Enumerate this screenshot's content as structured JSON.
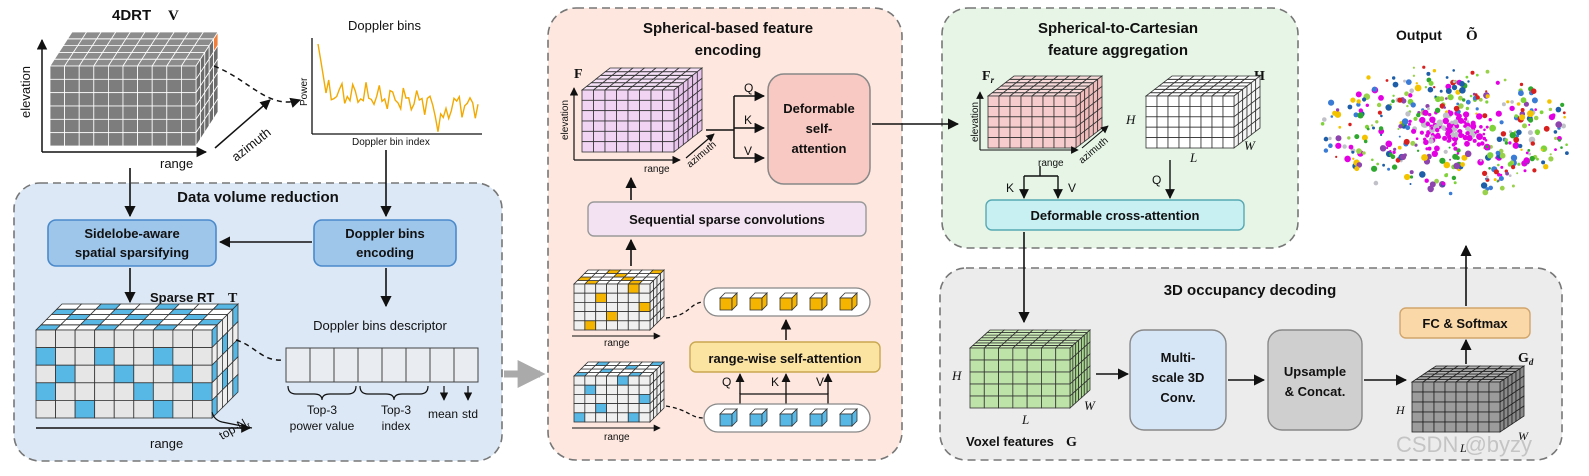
{
  "input": {
    "title": "4DRT",
    "symbol": "V",
    "axis_elevation": "elevation",
    "axis_range": "range",
    "axis_azimuth": "azimuth"
  },
  "doppler_plot": {
    "title": "Doppler bins",
    "ylabel": "Power",
    "xlabel": "Doppler bin index"
  },
  "data_volume_reduction": {
    "title": "Data volume reduction",
    "sidelobe_box": [
      "Sidelobe-aware",
      "spatial sparsifying"
    ],
    "doppler_box": [
      "Doppler bins",
      "encoding"
    ],
    "sparse_rt": "Sparse RT",
    "sparse_rt_symbol": "T",
    "descriptor_label": "Doppler bins descriptor",
    "desc_top3_power": [
      "Top-3",
      "power value"
    ],
    "desc_top3_index": [
      "Top-3",
      "index"
    ],
    "desc_mean": "mean",
    "desc_std": "std",
    "range_label": "range",
    "topn_label": "top-N",
    "topn_sub": "r"
  },
  "spherical_encoding": {
    "title": [
      "Spherical-based feature",
      "encoding"
    ],
    "F_label": "F",
    "axis_elevation": "elevation",
    "axis_range": "range",
    "axis_azimuth": "azimuth",
    "q": "Q",
    "k": "K",
    "v": "V",
    "deform_self": [
      "Deformable",
      "self-",
      "attention"
    ],
    "seq_sparse": "Sequential sparse convolutions",
    "range_wise": "range-wise self-attention",
    "range1": "range",
    "range2": "range",
    "q2": "Q",
    "k2": "K",
    "v2": "V"
  },
  "aggregation": {
    "title": [
      "Spherical-to-Cartesian",
      "feature aggregation"
    ],
    "Fr": "F",
    "Fr_sub": "r",
    "H_label": "H",
    "axis_elevation": "elevation",
    "axis_range": "range",
    "axis_azimuth": "azimuth",
    "dim_H": "H",
    "dim_L": "L",
    "dim_W": "W",
    "k": "K",
    "v": "V",
    "q": "Q",
    "cross_attention": "Deformable cross-attention"
  },
  "occupancy_decoding": {
    "title": "3D occupancy decoding",
    "voxel_features": "Voxel features",
    "voxel_symbol": "G",
    "dim_H": "H",
    "dim_L": "L",
    "dim_W": "W",
    "multiscale": [
      "Multi-",
      "scale 3D",
      "Conv."
    ],
    "upsample": [
      "Upsample",
      "& Concat."
    ],
    "fc_softmax": "FC & Softmax",
    "gd": "G",
    "gd_sub": "d",
    "gd_dim_H": "H",
    "gd_dim_L": "L",
    "gd_dim_W": "W"
  },
  "output": {
    "title": "Output",
    "symbol": "Õ"
  },
  "watermark": "CSDN @byzy",
  "colors": {
    "blue_panel": "#dce8f6",
    "peach_panel": "#fde7df",
    "green_panel": "#e6f5e6",
    "gray_panel": "#ececec",
    "blue_box": "#9ec5ea",
    "pink_box": "#f8c9c2",
    "lavender_box": "#f3e2f1",
    "yellow_box": "#fbe3a2",
    "cyan_box": "#c8f0f3",
    "light_blue_box": "#d7e6f6",
    "gray_box": "#cfcfcf",
    "orange_box": "#fbd8a8",
    "accent_orange": "#f07f3c",
    "accent_cyan": "#57b8e6",
    "accent_yellow": "#f4b400",
    "curve": "#f2a900"
  }
}
